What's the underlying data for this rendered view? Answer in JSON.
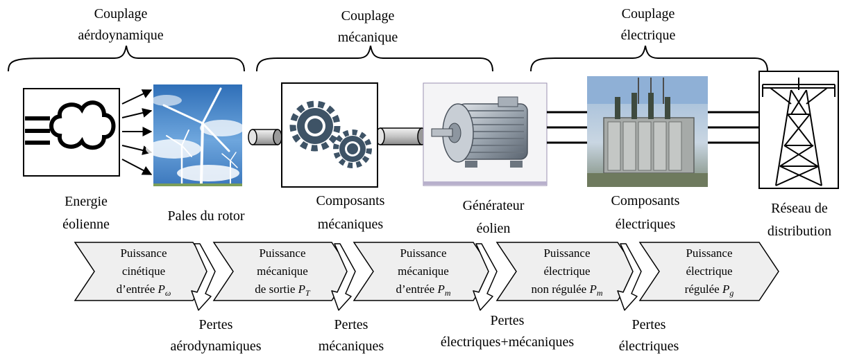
{
  "couplings": [
    {
      "line1": "Couplage",
      "line2": "aérdoynamique"
    },
    {
      "line1": "Couplage",
      "line2": "mécanique"
    },
    {
      "line1": "Couplage",
      "line2": "électrique"
    }
  ],
  "components": [
    {
      "line1": "Energie",
      "line2": "éolienne"
    },
    {
      "line1": "Pales du rotor"
    },
    {
      "line1": "Composants",
      "line2": "mécaniques"
    },
    {
      "line1": "Générateur",
      "line2": "éolien"
    },
    {
      "line1": "Composants",
      "line2": "électriques"
    },
    {
      "line1": "Réseau de",
      "line2": "distribution"
    }
  ],
  "power_stages": [
    {
      "line1": "Puissance",
      "line2": "cinétique",
      "line3": "d’entrée",
      "symbol": "P",
      "subscript": "ω"
    },
    {
      "line1": "Puissance",
      "line2": "mécanique",
      "line3": "de sortie",
      "symbol": "P",
      "subscript": "T"
    },
    {
      "line1": "Puissance",
      "line2": "mécanique",
      "line3": "d’entrée",
      "symbol": "P",
      "subscript": "m"
    },
    {
      "line1": "Puissance",
      "line2": "électrique",
      "line3": "non régulée",
      "symbol": "P",
      "subscript": "m"
    },
    {
      "line1": "Puissance",
      "line2": "électrique",
      "line3": "régulée",
      "symbol": "P",
      "subscript": "g"
    }
  ],
  "losses": [
    {
      "line1": "Pertes",
      "line2": "aérodynamiques"
    },
    {
      "line1": "Pertes",
      "line2": "mécaniques"
    },
    {
      "line1": "Pertes",
      "line2": "électriques+mécaniques"
    },
    {
      "line1": "Pertes",
      "line2": "électriques"
    }
  ],
  "colors": {
    "stroke": "#000000",
    "chevron_fill": "#efefef",
    "sky": "#4a8fd4",
    "gear": "#3e5366",
    "shaft": "#bdbdbd"
  }
}
